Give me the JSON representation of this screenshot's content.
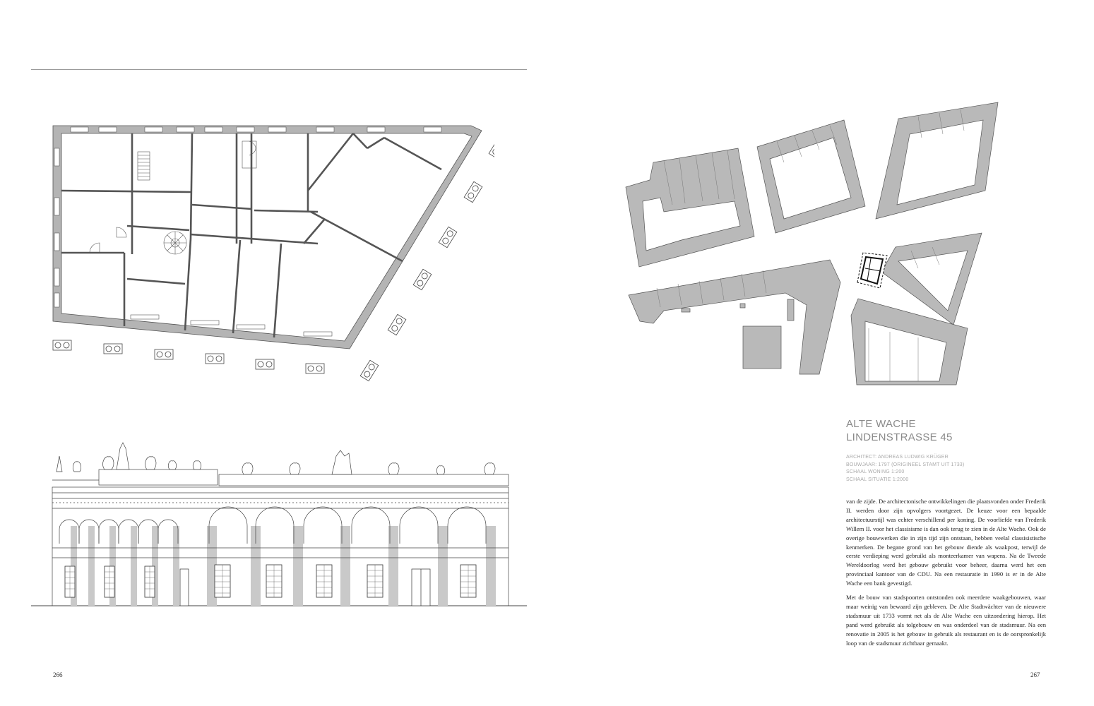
{
  "page": {
    "left_page_number": "266",
    "right_page_number": "267"
  },
  "building": {
    "title_line1": "ALTE WACHE",
    "title_line2": "LINDENSTRASSE 45",
    "meta": [
      "ARCHITECT: ANDREAS LUDWIG KRÜGER",
      "BOUWJAAR: 1797 (ORIGINEEL STAMT UIT 1733)",
      "SCHAAL WONING 1:200",
      "SCHAAL SITUATIE 1:2000"
    ]
  },
  "text": {
    "paragraph1": "van de zijde. De architectonische ontwikkelingen die plaatsvonden onder Frederik II. werden door zijn opvolgers voortgezet. De keuze voor een bepaalde architectuurstijl was echter verschillend per koning. De voorliefde van Frederik Willem II. voor het classisisme is dan ook terug te zien in de Alte Wache. Ook de overige bouwwerken die in zijn tijd zijn ontstaan, hebben veelal classisistische kenmerken. De begane grond van het gebouw diende als waakpost, terwijl de eerste verdieping werd gebruikt als monteerkamer van wapens. Na de Tweede Wereldoorlog werd het gebouw gebruikt voor beheer, daarna werd het een provinciaal kantoor van de CDU. Na een restauratie in 1990 is er in de Alte Wache een bank gevestigd.",
    "paragraph2": "Met de bouw van stadspoorten ontstonden ook meerdere waakgebouwen, waar maar weinig van bewaard zijn gebleven. De Alte Stadtwächter van de nieuwere stadsmuur uit 1733 vormt net als de Alte Wache een uitzondering hierop. Het pand werd gebruikt als tolgebouw en was onderdeel van de stadsmuur. Na een renovatie in 2005 is het gebouw in gebruik als restaurant en is de oorspronkelijk loop van de stadsmuur zichtbaar gemaakt."
  },
  "colors": {
    "wall_fill": "#b4b4b4",
    "block_fill": "#b9b9b9",
    "line": "#555555",
    "title": "#8a8a8a",
    "meta": "#a9a9a9"
  }
}
